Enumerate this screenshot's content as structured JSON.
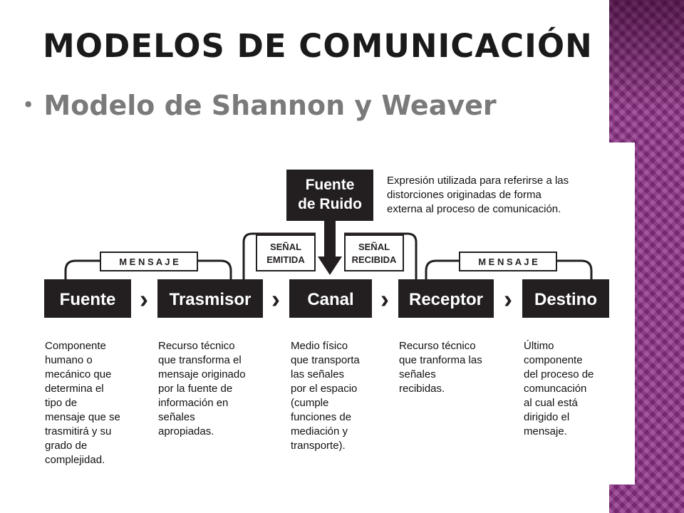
{
  "slide": {
    "title": "MODELOS DE COMUNICACIÓN",
    "subtitle": "Modelo de Shannon y Weaver",
    "bullet": "•"
  },
  "colors": {
    "box": "#231f20",
    "box_text": "#ffffff",
    "accent_panel": "#8c2f84",
    "title": "#1a1a1a",
    "subtitle": "#7a7a7a"
  },
  "diagram": {
    "noise_source": {
      "label_line1": "Fuente",
      "label_line2": "de Ruido",
      "note": "Expresión utilizada para referirse a las\ndistorciones originadas de forma\nexterna al proceso de comunicación."
    },
    "signals": {
      "emitted_line1": "SEÑAL",
      "emitted_line2": "EMITIDA",
      "received_line1": "SEÑAL",
      "received_line2": "RECIBIDA"
    },
    "message_label_left": "M E N S A J E",
    "message_label_right": "M E N S A J E",
    "stages": [
      {
        "name": "Fuente",
        "description": "Componente\nhumano o\nmecánico que\ndetermina el\ntipo de\nmensaje que se\ntrasmitirá y su\ngrado de\ncomplejidad."
      },
      {
        "name": "Trasmisor",
        "description": "Recurso técnico\nque transforma el\nmensaje originado\npor la fuente de\ninformación en\nseñales\napropiadas."
      },
      {
        "name": "Canal",
        "description": "Medio físico\nque transporta\nlas señales\npor el espacio\n(cumple\nfunciones de\nmediación y\ntransporte)."
      },
      {
        "name": "Receptor",
        "description": "Recurso técnico\nque tranforma las\nseñales\nrecibidas."
      },
      {
        "name": "Destino",
        "description": "Último\ncomponente\ndel proceso de\ncomuncación\nal cual está\ndirigido el\nmensaje."
      }
    ],
    "arrow_glyph": "›"
  }
}
